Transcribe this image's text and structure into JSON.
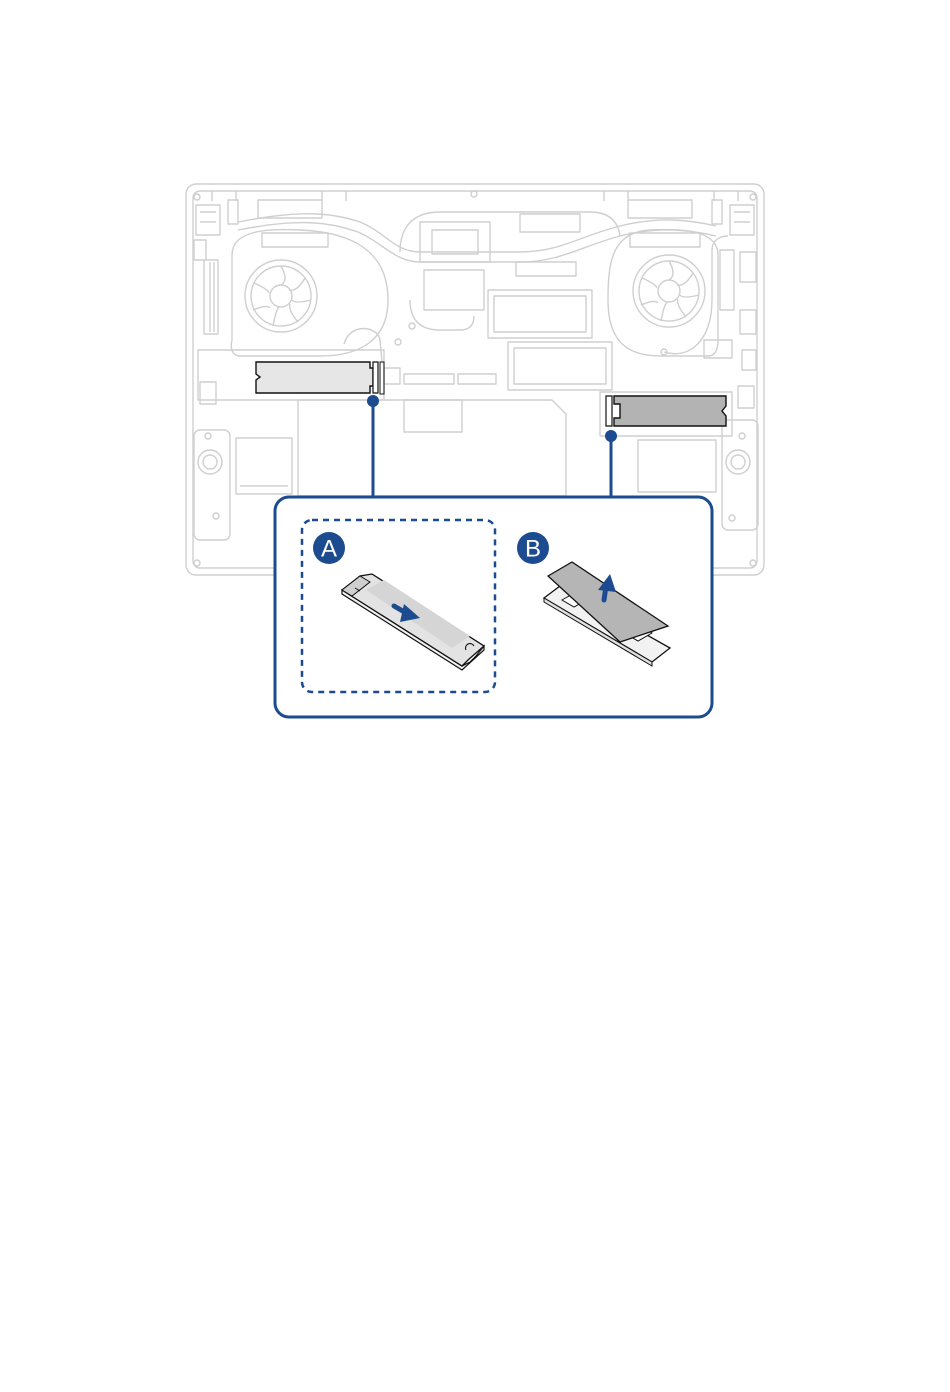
{
  "figure": {
    "callouts": [
      {
        "id": "A",
        "label": "A"
      },
      {
        "id": "B",
        "label": "B"
      }
    ]
  },
  "colors": {
    "accent": "#1d4b8f",
    "outline": "#cfcfcf",
    "ssd_light": "#e6e6e6",
    "ssd_dark": "#b3b3b3",
    "page": "#ffffff"
  },
  "icons": [
    "fan-icon",
    "speaker-icon",
    "arrow-right-icon",
    "arrow-up-icon"
  ]
}
